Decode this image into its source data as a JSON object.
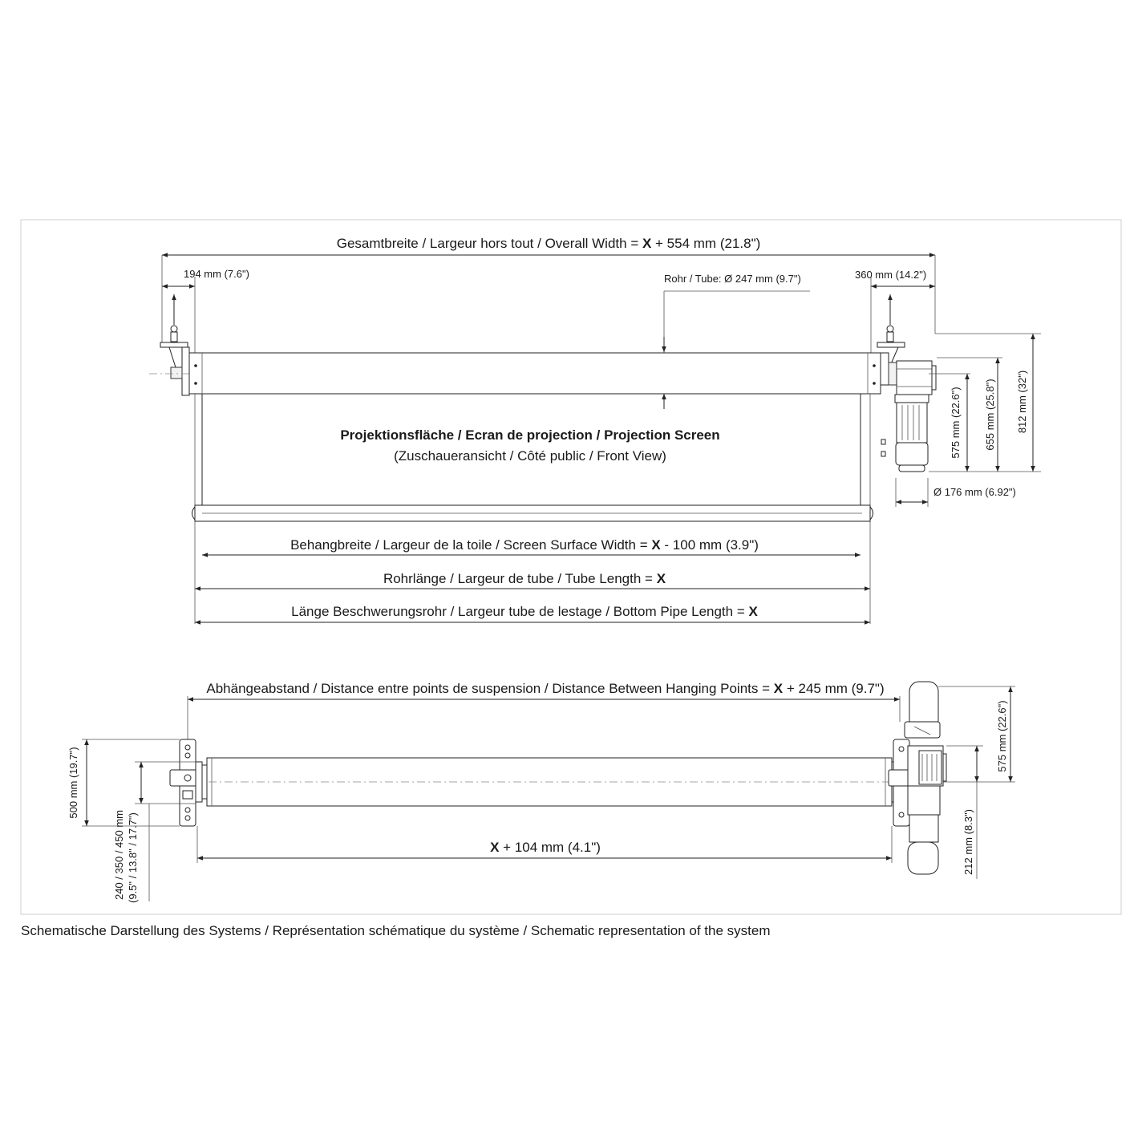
{
  "front_view": {
    "overall_width": {
      "prefix": "Gesamtbreite / Largeur hors tout / Overall Width = ",
      "var": "X",
      "suffix": " + 554 mm (21.8\")"
    },
    "left_offset": "194 mm (7.6\")",
    "tube_diameter": "Rohr / Tube: Ø 247 mm (9.7\")",
    "right_offset": "360 mm (14.2\")",
    "height_575": "575 mm (22.6\")",
    "height_655": "655 mm (25.8\")",
    "height_812": "812 mm (32\")",
    "motor_diameter": "Ø 176 mm (6.92\")",
    "screen_title": "Projektionsfläche / Ecran de projection / Projection Screen",
    "screen_subtitle": "(Zuschaueransicht / Côté public / Front View)",
    "screen_width": {
      "prefix": "Behangbreite / Largeur de la toile / Screen Surface Width = ",
      "var": "X",
      "suffix": " - 100 mm (3.9\")"
    },
    "tube_length": {
      "prefix": "Rohrlänge / Largeur de tube / Tube Length = ",
      "var": "X"
    },
    "bottom_pipe": {
      "prefix": "Länge Beschwerungsrohr / Largeur tube de lestage / Bottom Pipe Length = ",
      "var": "X"
    }
  },
  "top_view": {
    "hanging_distance": {
      "prefix": "Abhängeabstand / Distance entre points de suspension / Distance Between Hanging Points = ",
      "var": "X",
      "suffix": " + 245 mm (9.7\")"
    },
    "depth_500": "500 mm (19.7\")",
    "bracket_mm": "240 / 350 / 450 mm",
    "bracket_in": "(9.5\" / 13.8\" / 17.7\")",
    "length_104": {
      "var": "X",
      "suffix": " + 104 mm (4.1\")"
    },
    "depth_575": "575 mm (22.6\")",
    "depth_212": "212 mm (8.3\")"
  },
  "caption": "Schematische Darstellung des Systems / Représentation schématique du système / Schematic representation of the system"
}
